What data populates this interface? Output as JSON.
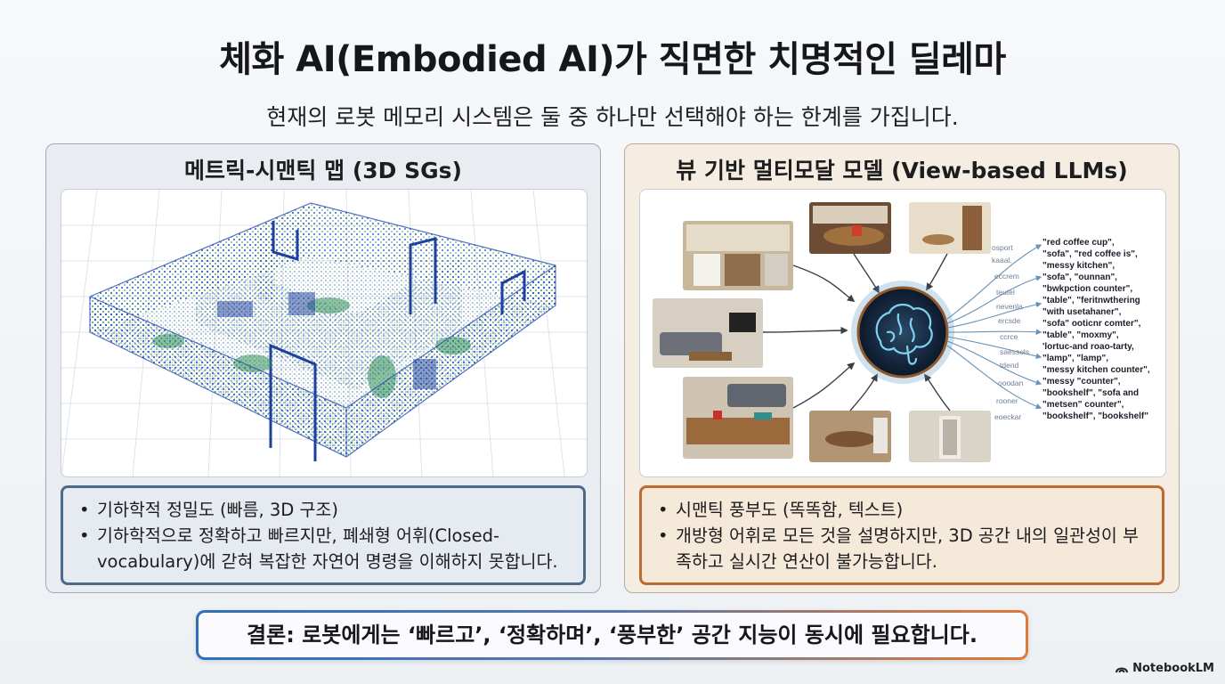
{
  "header": {
    "title": "체화 AI(Embodied AI)가 직면한 치명적인 딜레마",
    "subtitle": "현재의 로봇 메모리 시스템은 둘 중 하나만 선택해야 하는 한계를 가집니다."
  },
  "left_panel": {
    "title": "메트릭-시맨틱 맵 (3D SGs)",
    "illustration_icon": "point-cloud-floorplan",
    "bullets": [
      "기하학적 정밀도 (빠름, 3D 구조)",
      "기하학적으로 정확하고 빠르지만, 폐쇄형 어휘(Closed-vocabulary)에 갇혀 복잡한 자연어 명령을 이해하지 못합니다."
    ],
    "accent": "#4e6a89"
  },
  "right_panel": {
    "title": "뷰 기반 멀티모달 모델 (View-based LLMs)",
    "illustration_icon": "brain-icon",
    "words": [
      "\"red coffee cup\",",
      "\"sofa\", \"red coffee is\",",
      "\"messy kitchen\",",
      "\"sofa\", \"ounnan\",",
      "\"bwkpction counter\",",
      "\"table\", \"feritnwthering",
      "\"with usetahaner\",",
      "\"sofa\" ooticnr comter\",",
      "\"table\", \"moxmy\",",
      "'lortuc-and roao-tarty,",
      "\"lamp\", \"lamp\",",
      "\"messy kitchen counter\",",
      "\"messy \"counter\",",
      "\"bookshelf\", \"sofa and",
      "\"metsen\" counter\",",
      "\"bookshelf\", \"bookshelf\""
    ],
    "bullets": [
      "시맨틱 풍부도 (똑똑함, 텍스트)",
      "개방형 어휘로 모든 것을 설명하지만, 3D 공간 내의 일관성이 부족하고 실시간 연산이 불가능합니다."
    ],
    "accent": "#bf6a2e"
  },
  "conclusion": "결론: 로봇에게는 ‘빠르고’, ‘정확하며’, ‘풍부한’ 공간 지능이 동시에 필요합니다.",
  "brand": "NotebookLM"
}
